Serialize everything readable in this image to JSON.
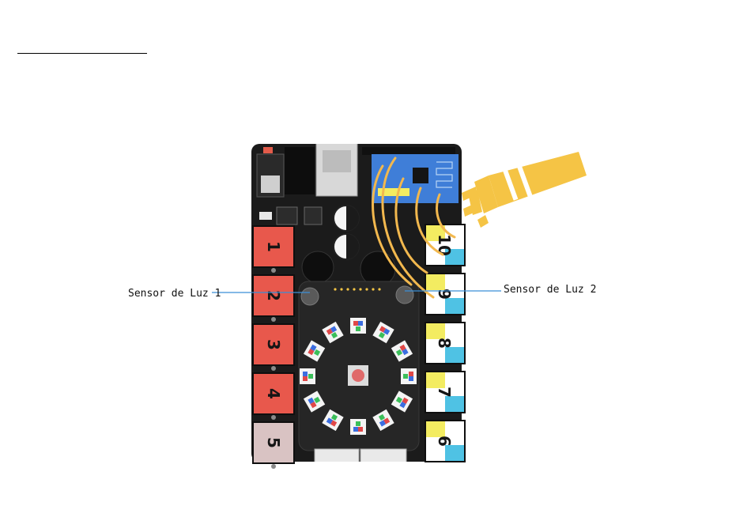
{
  "labels": {
    "sensor_left": "Sensor de Luz 1",
    "sensor_right": "Sensor de Luz 2"
  },
  "ports_left": [
    {
      "number": "1",
      "color": "#e8584c"
    },
    {
      "number": "2",
      "color": "#e8584c"
    },
    {
      "number": "3",
      "color": "#e8584c"
    },
    {
      "number": "4",
      "color": "#e8584c"
    },
    {
      "number": "5",
      "color": "#d9c3c3"
    }
  ],
  "ports_right": [
    {
      "number": "10",
      "colors": [
        "#f3ec61",
        "#ffffff",
        "#4fc2e4"
      ]
    },
    {
      "number": "9",
      "colors": [
        "#f3ec61",
        "#ffffff",
        "#4fc2e4"
      ]
    },
    {
      "number": "8",
      "colors": [
        "#f3ec61",
        "#ffffff",
        "#4fc2e4"
      ]
    },
    {
      "number": "7",
      "colors": [
        "#f3ec61",
        "#ffffff",
        "#4fc2e4"
      ]
    },
    {
      "number": "6",
      "colors": [
        "#f3ec61",
        "#ffffff",
        "#4fc2e4"
      ]
    }
  ],
  "colors": {
    "board": "#1b1b1b",
    "wave": "#f2b84e",
    "flashlight": "#f5c445",
    "callout_line": "#3a8fd6",
    "bluetooth_module": "#3f7ed8"
  },
  "icons": [
    "flashlight-icon",
    "light-wave-icon",
    "led-ring-icon"
  ]
}
